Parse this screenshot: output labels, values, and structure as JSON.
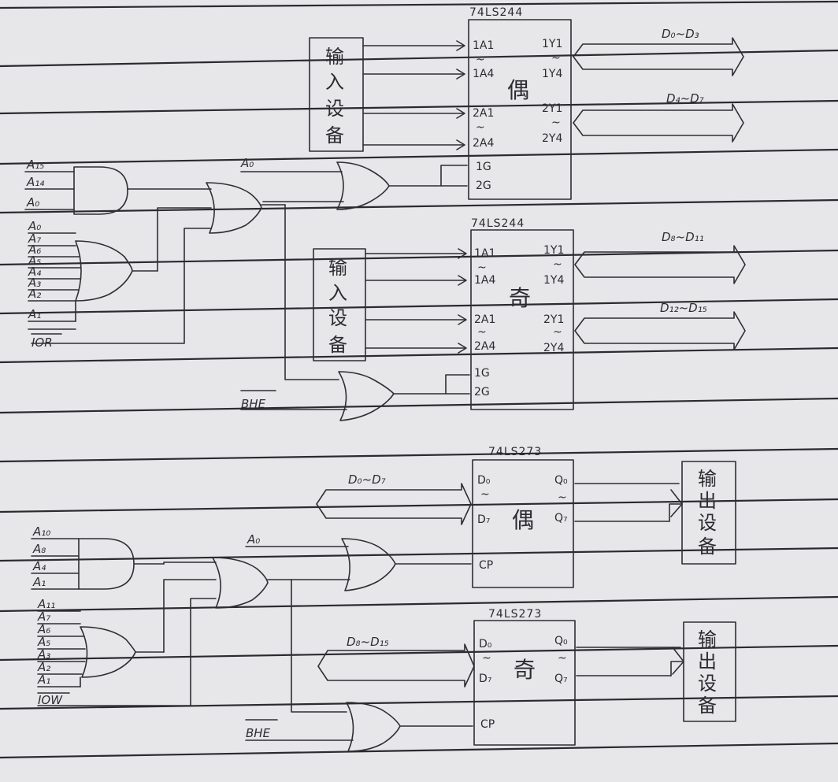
{
  "colors": {
    "paper": "#e7e7ea",
    "ink": "#2e2e33"
  },
  "input_section": {
    "chip_even": {
      "part": "74LS244",
      "pins_left": [
        "1A1",
        "~",
        "1A4",
        "2A1",
        "~",
        "2A4",
        "1G",
        "2G"
      ],
      "pins_right": [
        "1Y1",
        "~",
        "1Y4",
        "2Y1",
        "~",
        "2Y4"
      ],
      "center_label": "偶",
      "bus_top": "D₀~D₃",
      "bus_bottom": "D₄~D₇",
      "device": [
        "输",
        "入",
        "设",
        "备"
      ]
    },
    "chip_odd": {
      "part": "74LS244",
      "pins_left": [
        "1A1",
        "~",
        "1A4",
        "2A1",
        "~",
        "2A4",
        "1G",
        "2G"
      ],
      "pins_right": [
        "1Y1",
        "~",
        "1Y4",
        "2Y1",
        "~",
        "2Y4"
      ],
      "center_label": "奇",
      "bus_top": "D₈~D₁₁",
      "bus_bottom": "D₁₂~D₁₅",
      "device": [
        "输",
        "入",
        "设",
        "备"
      ]
    },
    "addr_and_inputs": [
      "A₁₅",
      "A₁₄",
      "A₀"
    ],
    "addr_or_inputs": [
      "A₀",
      "A₇",
      "A₆",
      "A₅",
      "A₄",
      "A₃",
      "A₂",
      "A₁"
    ],
    "control": "IOR",
    "a0": "A₀",
    "bhe": "BHE"
  },
  "output_section": {
    "chip_even": {
      "part": "74LS273",
      "pins_left": [
        "D₀",
        "~",
        "D₇"
      ],
      "pins_right": [
        "Q₀",
        "~",
        "Q₇"
      ],
      "clock": "CP",
      "center_label": "偶",
      "bus": "D₀~D₇",
      "device": [
        "输",
        "出",
        "设",
        "备"
      ]
    },
    "chip_odd": {
      "part": "74LS273",
      "pins_left": [
        "D₀",
        "~",
        "D₇"
      ],
      "pins_right": [
        "Q₀",
        "~",
        "Q₇"
      ],
      "clock": "CP",
      "center_label": "奇",
      "bus": "D₈~D₁₅",
      "device": [
        "输",
        "出",
        "设",
        "备"
      ]
    },
    "addr_and_inputs": [
      "A₁₀",
      "A₈",
      "A₄",
      "A₁"
    ],
    "addr_or_inputs": [
      "A₁₁",
      "A₇",
      "A₆",
      "A₅",
      "A₃",
      "A₂",
      "A₁"
    ],
    "control": "IOW",
    "a0": "A₀",
    "bhe": "BHE"
  }
}
